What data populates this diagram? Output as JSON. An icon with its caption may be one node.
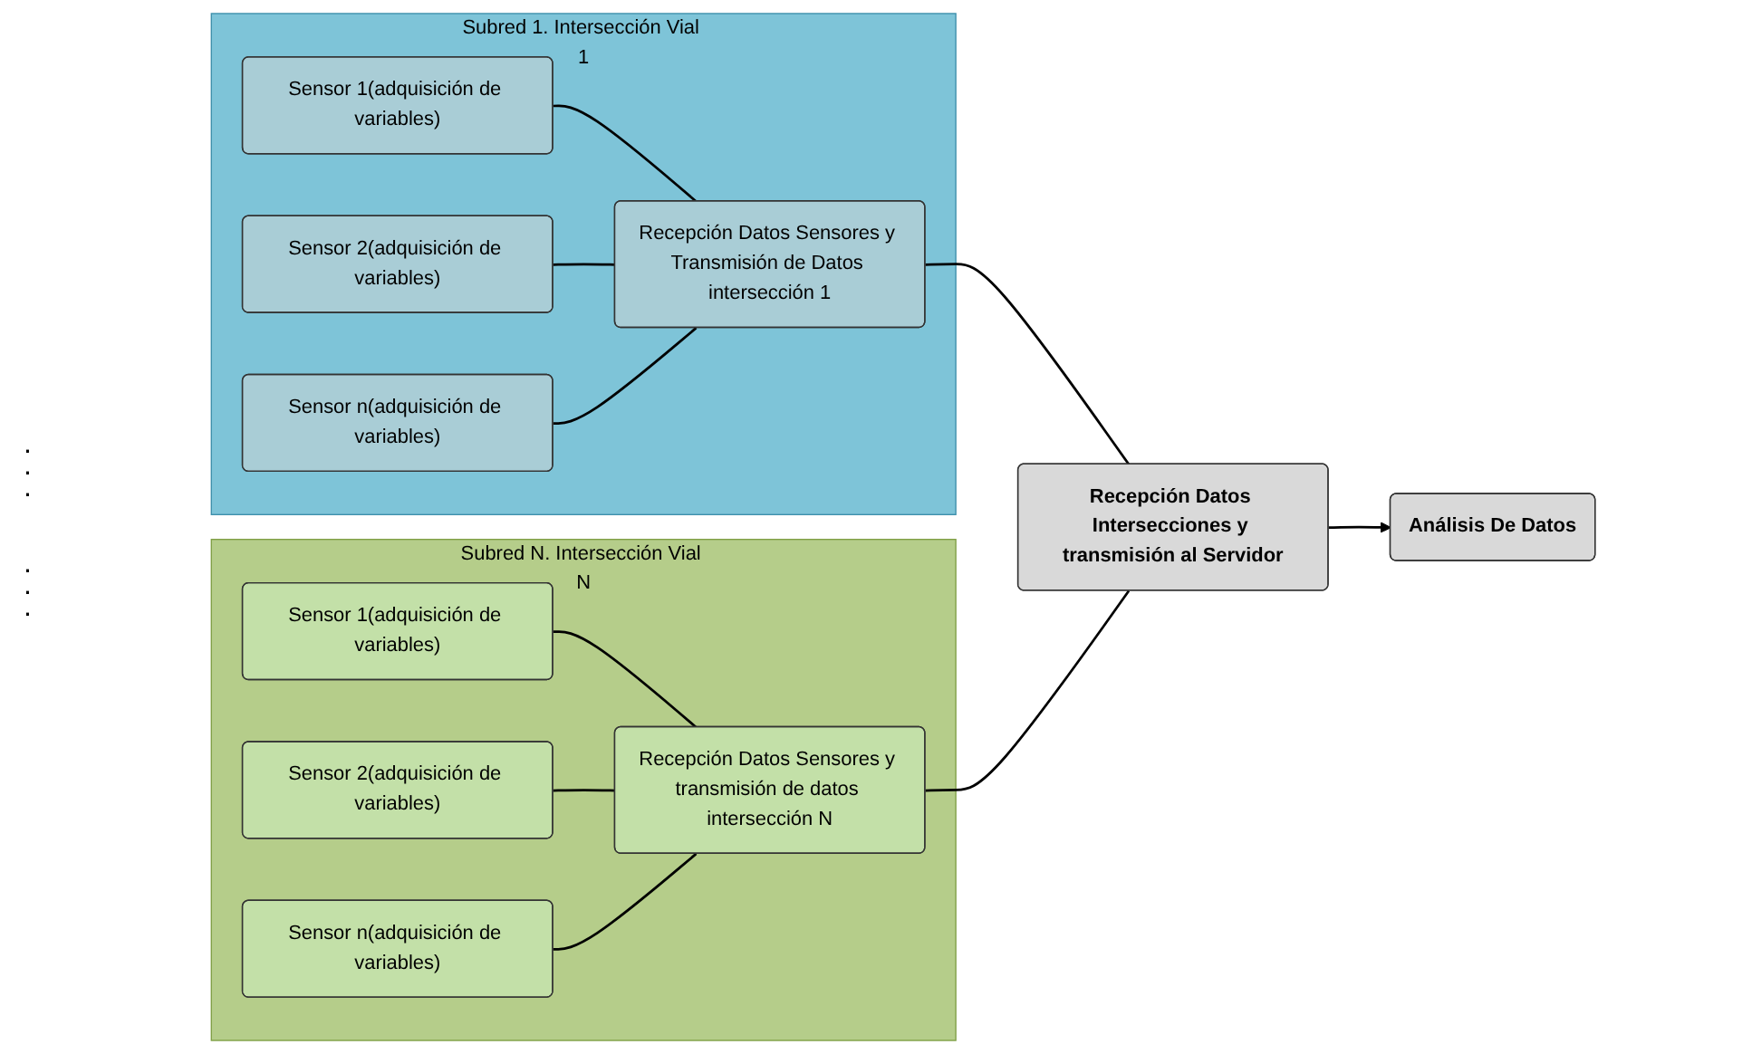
{
  "diagram": {
    "nodes": [
      {
        "text": [
          "Subred 1. Intersección Vial 1"
        ]
      },
      {
        "text": [
          "Sensor 1(adquisición de variables)"
        ],
        "in": 0
      },
      {
        "text": [
          "Sensor 2(adquisición de variables)"
        ],
        "in": 0
      },
      {
        "text": [
          "Sensor n(adquisición de variables)"
        ],
        "in": 0
      },
      {
        "text": [
          "Recepción Datos Sensores y Transmisión de Datos intersección 1"
        ],
        "in": 0
      },
      {
        "text": [
          "Subred N. Intersección Vial N"
        ]
      },
      {
        "text": [
          "Sensor 1(adquisición de variables)"
        ],
        "in": 5
      },
      {
        "text": [
          "Sensor 2(adquisición de variables)"
        ],
        "in": 5
      },
      {
        "text": [
          "Sensor n(adquisición de variables)"
        ],
        "in": 5
      },
      {
        "text": [
          "Recepción Datos Sensores y transmisión de datos intersección N"
        ],
        "in": 5
      },
      {
        "text": [
          "Recepción Datos Intersecciones y transmisión al Servidor"
        ]
      },
      {
        "text": [
          "Análisis De Datos"
        ]
      }
    ],
    "edges": [
      {
        "from": 1,
        "to": 4,
        "arrow": "none"
      },
      {
        "from": 2,
        "to": 4,
        "arrow": "none"
      },
      {
        "from": 3,
        "to": 4,
        "arrow": "none"
      },
      {
        "from": 6,
        "to": 9,
        "arrow": "none"
      },
      {
        "from": 7,
        "to": 9,
        "arrow": "none"
      },
      {
        "from": 8,
        "to": 9,
        "arrow": "none"
      },
      {
        "from": 4,
        "to": 10,
        "arrow": "none"
      },
      {
        "from": 9,
        "to": 10,
        "arrow": "none"
      },
      {
        "from": 10,
        "to": 11,
        "arrow": "to"
      }
    ],
    "labels": [
      ". . .",
      ". . ."
    ]
  }
}
